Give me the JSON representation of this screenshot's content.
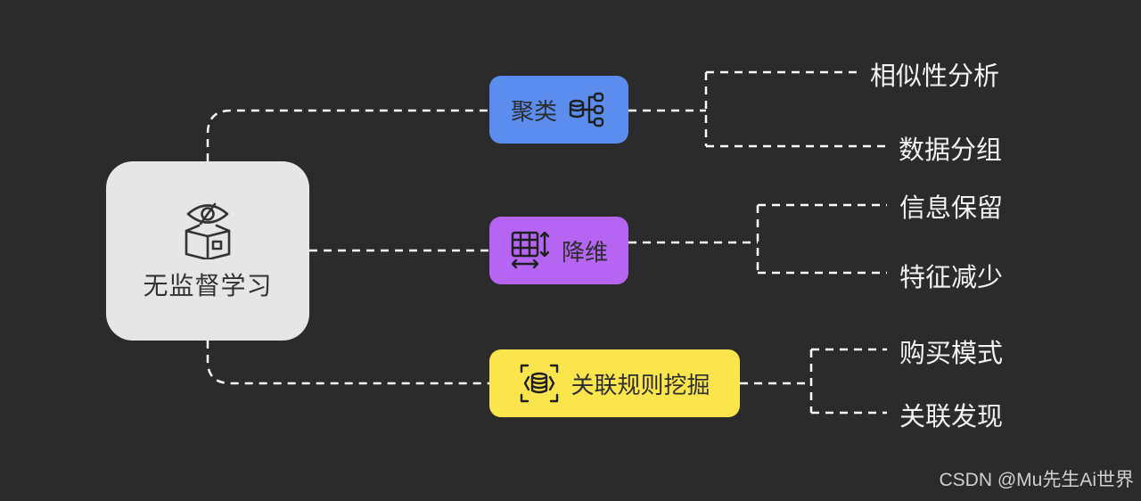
{
  "root": {
    "label": "无监督学习",
    "icon": "eye-slash-book-icon"
  },
  "branches": [
    {
      "label": "聚类",
      "icon": "database-tree-icon",
      "color": "#5b8def",
      "leaves": [
        "相似性分析",
        "数据分组"
      ]
    },
    {
      "label": "降维",
      "icon": "table-arrows-icon",
      "color": "#b565f2",
      "leaves": [
        "信息保留",
        "特征减少"
      ]
    },
    {
      "label": "关联规则挖掘",
      "icon": "database-scan-icon",
      "color": "#fbe54c",
      "leaves": [
        "购买模式",
        "关联发现"
      ]
    }
  ],
  "watermark": "CSDN @Mu先生Ai世界",
  "colors": {
    "background": "#2b2b2b",
    "root": "#e6e6e6",
    "connector": "#ffffff"
  }
}
